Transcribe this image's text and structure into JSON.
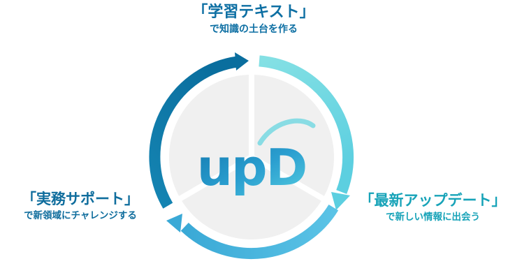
{
  "colors": {
    "top_title": "#0d6fa3",
    "top_sub": "#0d6fa3",
    "left_title": "#0f6d9d",
    "left_sub": "#0f6d9d",
    "right_title": "#17a3b8",
    "right_sub": "#17a3b8",
    "disc": "#f0f0f0",
    "arc_left": "#0c79a8",
    "arc_right": "#6fd7df",
    "arc_bottom": "#45b3dc"
  },
  "logo": {
    "text": "upD"
  },
  "top": {
    "title": "「学習テキスト」",
    "subtitle": "で知識の土台を作る"
  },
  "left": {
    "title": "「実務サポート」",
    "subtitle": "で新領域にチャレンジする"
  },
  "right": {
    "title": "「最新アップデート」",
    "subtitle": "で新しい情報に出会う"
  }
}
